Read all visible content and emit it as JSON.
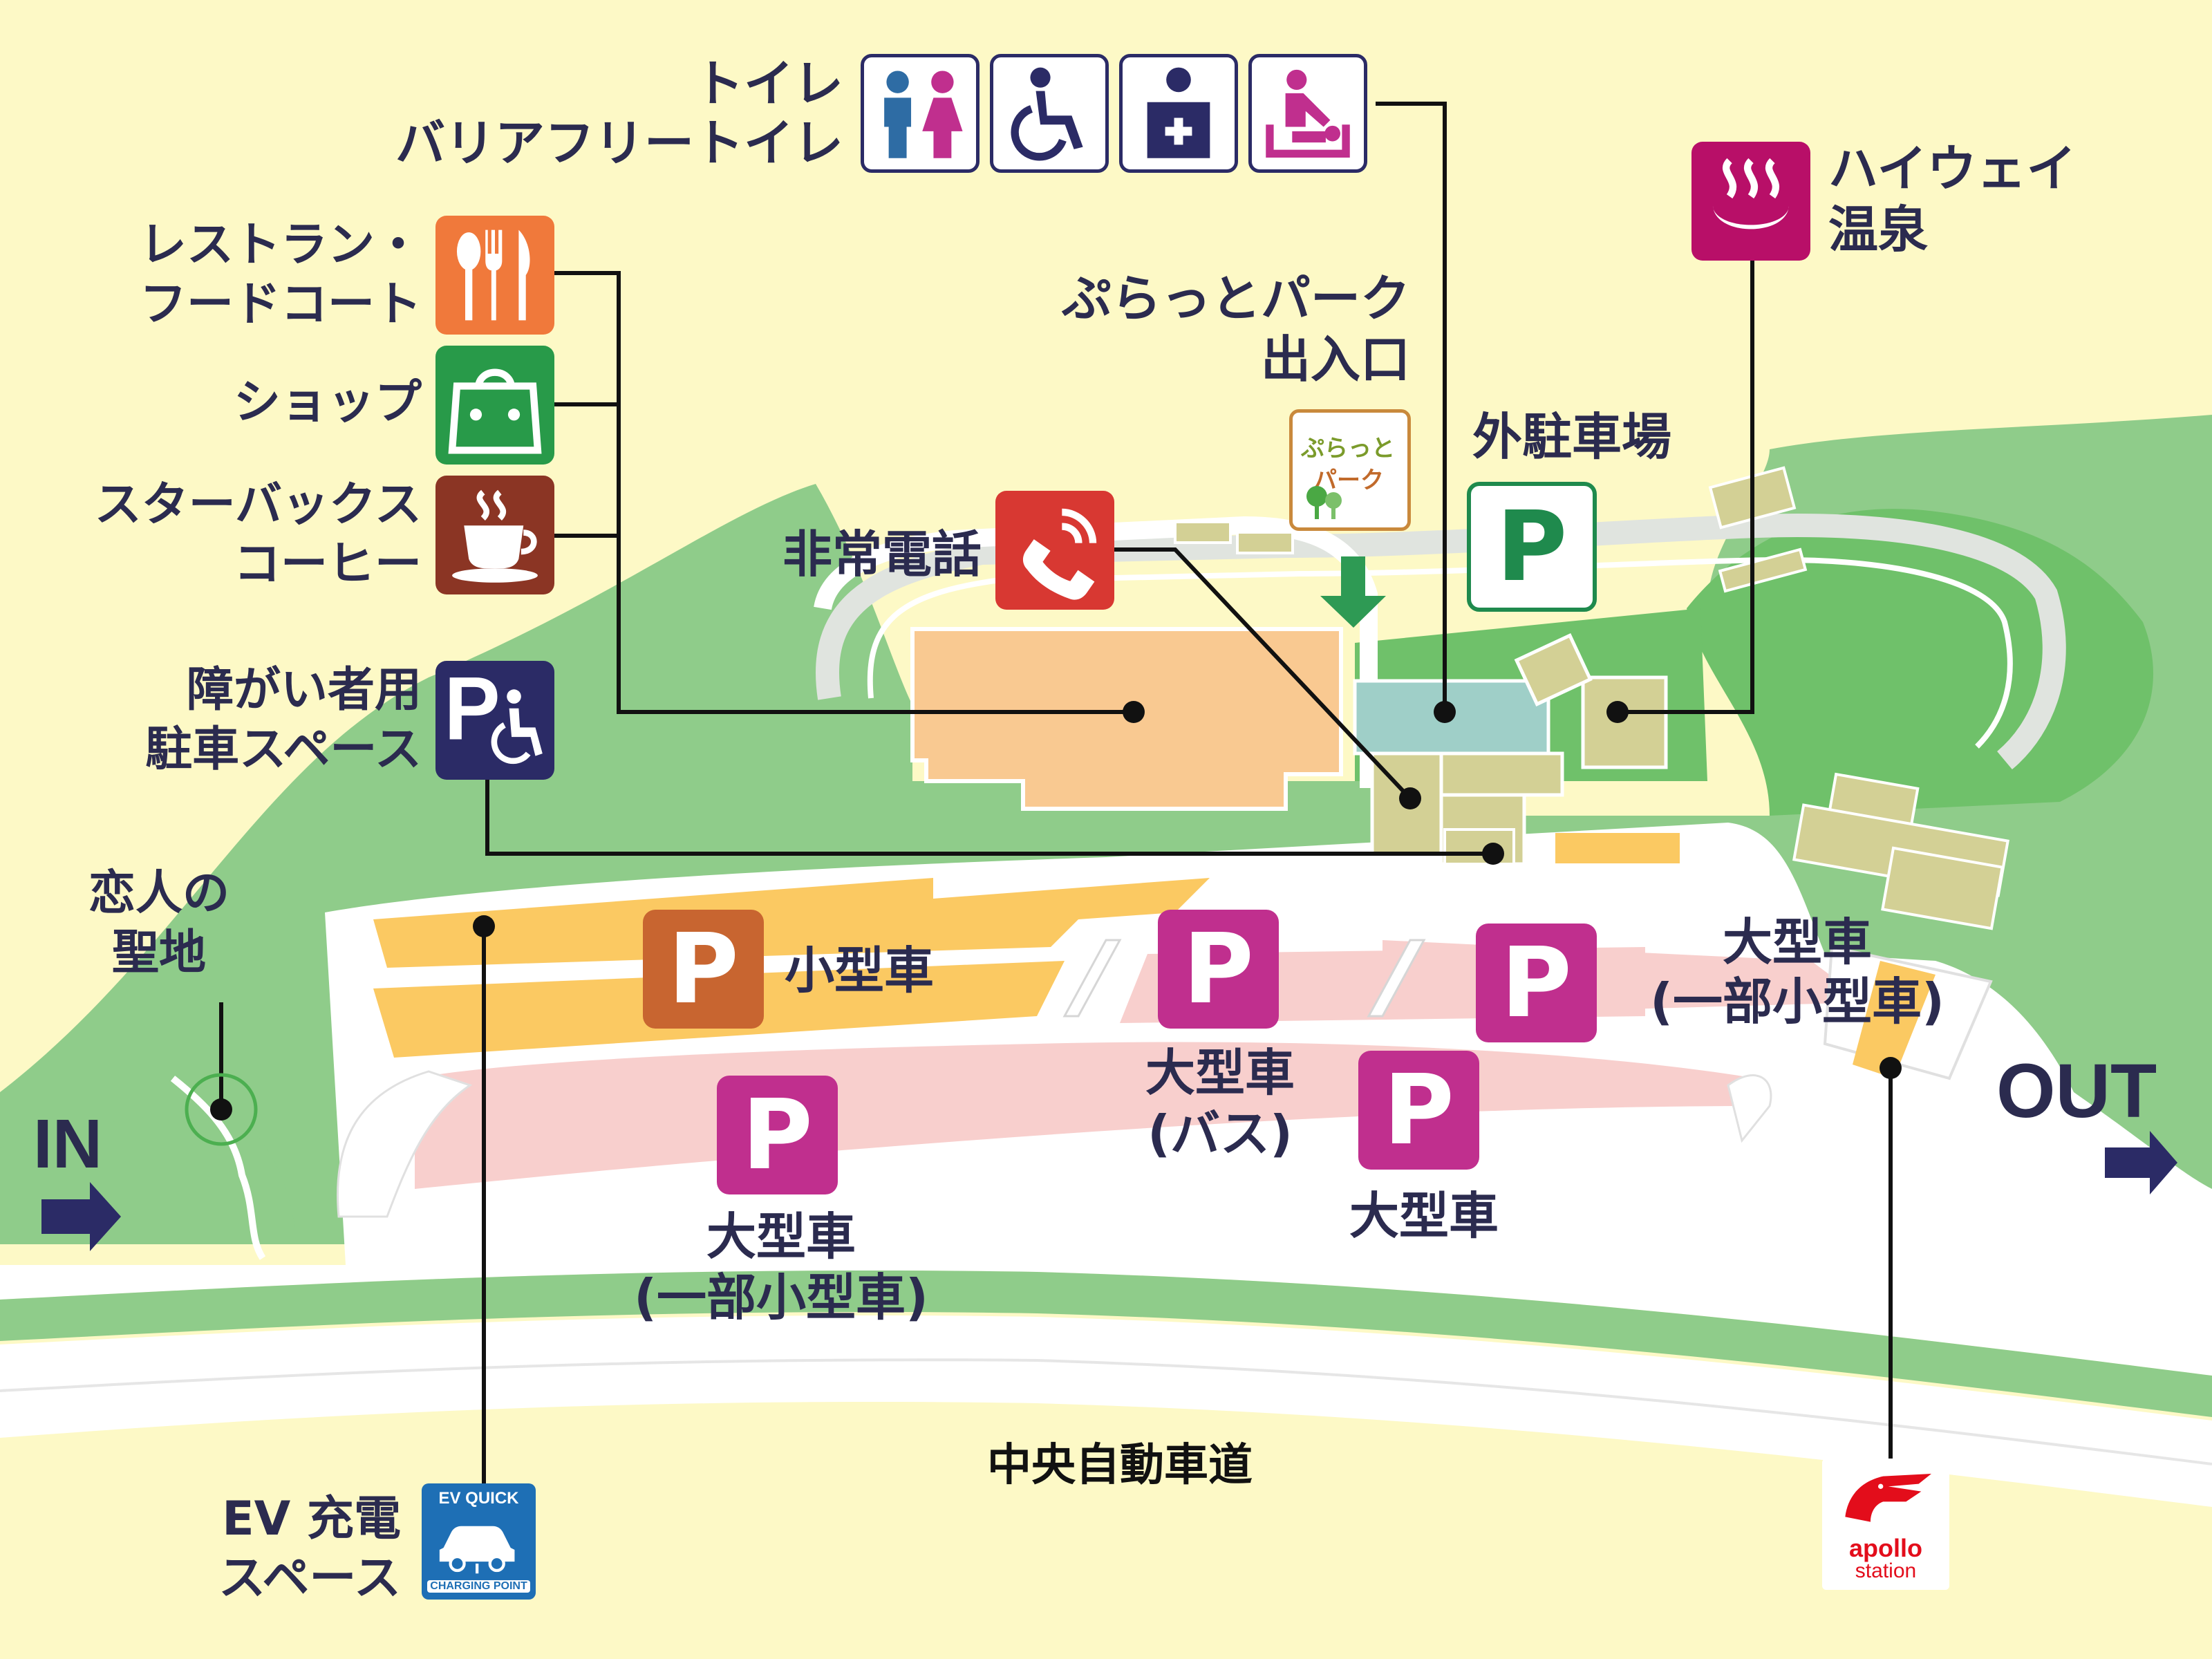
{
  "colors": {
    "background": "#fdf9c6",
    "green_dark": "#8fcc8a",
    "green_light": "#6fc16a",
    "road": "#ffffff",
    "car_parking": "#fbc962",
    "large_parking": "#f8cfcd",
    "building": "#f9c991",
    "annex": "#d3d095",
    "pool": "#9fcfc8",
    "label_text": "#2b2b4f",
    "p_orange": "#c86530",
    "p_magenta": "#c02f8e",
    "p_green": "#1f8a4d",
    "onsen": "#b80f68",
    "restaurant": "#f0793b",
    "shop": "#289a49",
    "starbucks": "#8b3524",
    "emergency_phone": "#d83832",
    "accessible_parking": "#2b2b66",
    "ev": "#1e6fb5",
    "apollo": "#e30d1b"
  },
  "labels": {
    "toilet_line1": "トイレ",
    "toilet_line2": "バリアフリートイレ",
    "restaurant_line1": "レストラン・",
    "restaurant_line2": "フードコート",
    "shop": "ショップ",
    "starbucks_line1": "スターバックス",
    "starbucks_line2": "コーヒー",
    "accessible_line1": "障がい者用",
    "accessible_line2": "駐車スペース",
    "lovers_line1": "恋人の",
    "lovers_line2": "聖地",
    "in": "IN",
    "out": "OUT",
    "ev_line1": "EV 充電",
    "ev_line2": "スペース",
    "plattopark_line1": "ぷらっとパーク",
    "plattopark_line2": "出入口",
    "onsen_line1": "ハイウェイ",
    "onsen_line2": "温泉",
    "outer_parking": "外駐車場",
    "emergency_phone": "非常電話",
    "small_car": "小型車",
    "large_bus_line1": "大型車",
    "large_bus_line2": "(バス)",
    "large_mixed_right_line1": "大型車",
    "large_mixed_right_line2": "(一部小型車)",
    "large_mixed_left_line1": "大型車",
    "large_mixed_left_line2": "(一部小型車)",
    "large": "大型車",
    "highway": "中央自動車道"
  },
  "badges": {
    "parking": "P",
    "accessible_parking": "P",
    "platto_logo_line1": "ぷらっと",
    "platto_logo_line2": "パーク",
    "ev_top": "EV QUICK",
    "ev_bottom": "CHARGING POINT",
    "apollo_line1": "apollo",
    "apollo_line2": "station"
  },
  "icons": {
    "toilet": "restroom-icon",
    "wheelchair": "wheelchair-icon",
    "first_aid": "first-aid-icon",
    "baby": "baby-changing-icon",
    "restaurant": "fork-spoon-knife-icon",
    "shop": "shopping-bag-icon",
    "starbucks": "coffee-cup-icon",
    "accessible_parking": "accessible-parking-icon",
    "emergency_phone": "phone-icon",
    "onsen": "hot-spring-icon",
    "ev": "ev-charging-icon",
    "apollo": "apollo-station-icon"
  }
}
